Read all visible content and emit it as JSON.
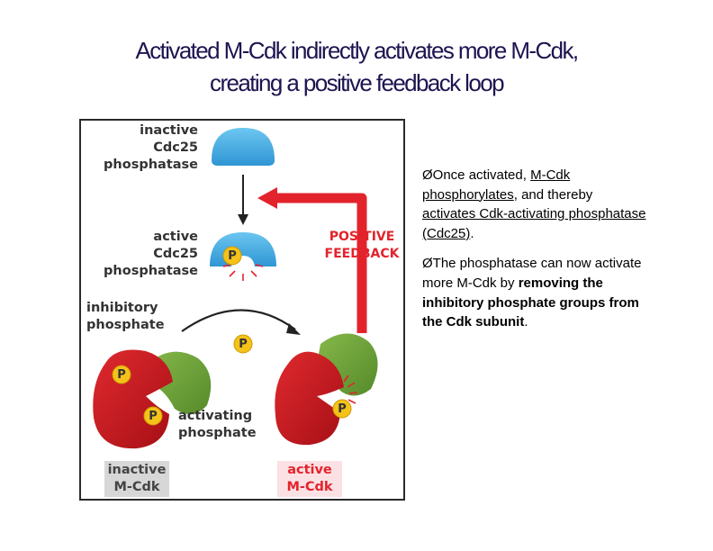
{
  "title": {
    "line1": "Activated M-Cdk indirectly activates more M-Cdk,",
    "line2": "creating a positive feedback loop"
  },
  "diagram": {
    "inactive_cdc25": [
      "inactive",
      "Cdc25",
      "phosphatase"
    ],
    "active_cdc25": [
      "active",
      "Cdc25",
      "phosphatase"
    ],
    "inhibitory_phosphate": [
      "inhibitory",
      "phosphate"
    ],
    "activating_phosphate": [
      "activating",
      "phosphate"
    ],
    "positive_feedback": [
      "POSITIVE",
      "FEEDBACK"
    ],
    "inactive_mcdk": [
      "inactive",
      "M-Cdk"
    ],
    "active_mcdk": [
      "active",
      "M-Cdk"
    ],
    "phosphate_symbol": "P"
  },
  "bullets": {
    "marker": "Ø",
    "b1": {
      "t1": "Once activated, ",
      "t2": "M-Cdk phosphorylates",
      "t3": ", and thereby ",
      "t4": "activates Cdk-activating phosphatase (Cdc25)",
      "t5": "."
    },
    "b2": {
      "t1": "The phosphatase can now activate more M-Cdk by ",
      "t2": "removing the inhibitory phosphate groups from the Cdk subunit",
      "t3": "."
    }
  },
  "colors": {
    "title": "#1c1450",
    "phosphatase_blue": "#4aaee3",
    "cdk_red": "#c4161c",
    "cyclin_green": "#6fa43a",
    "phosphate_yellow": "#f5c21a",
    "feedback_red": "#e3232c"
  }
}
